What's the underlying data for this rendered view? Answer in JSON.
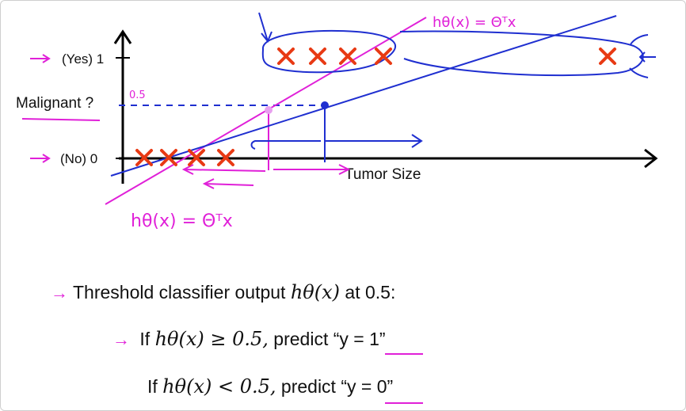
{
  "colors": {
    "pen_pink": "#e020d8",
    "pen_blue": "#1f2fd0",
    "cross_red": "#e83a14",
    "ink": "#111111"
  },
  "annotations": {
    "hyp_top": "hθ(x) = Θᵀx",
    "hyp_bottom": "hθ(x) = Θᵀx",
    "half": "0.5"
  },
  "text": {
    "line1_pre": "Threshold classifier output",
    "line1_math": "hθ(x)",
    "line1_post": "at 0.5:",
    "line2_if": "If",
    "line2_math": "hθ(x) ≥ 0.5,",
    "line2_predict": "predict “y = 1”",
    "line3_if": "If",
    "line3_math": "hθ(x) < 0.5,",
    "line3_predict": "predict “y = 0”"
  },
  "chart_data": {
    "type": "scatter",
    "title": "",
    "xlabel": "Tumor Size",
    "ylabel": "Malignant ?",
    "y_ticks": [
      "(Yes) 1",
      "(No) 0"
    ],
    "x": [
      1,
      2,
      3,
      4,
      7,
      8,
      9,
      10,
      20
    ],
    "y": [
      0,
      0,
      0,
      0,
      1,
      1,
      1,
      1,
      1
    ],
    "grid": false,
    "legend": "none"
  }
}
